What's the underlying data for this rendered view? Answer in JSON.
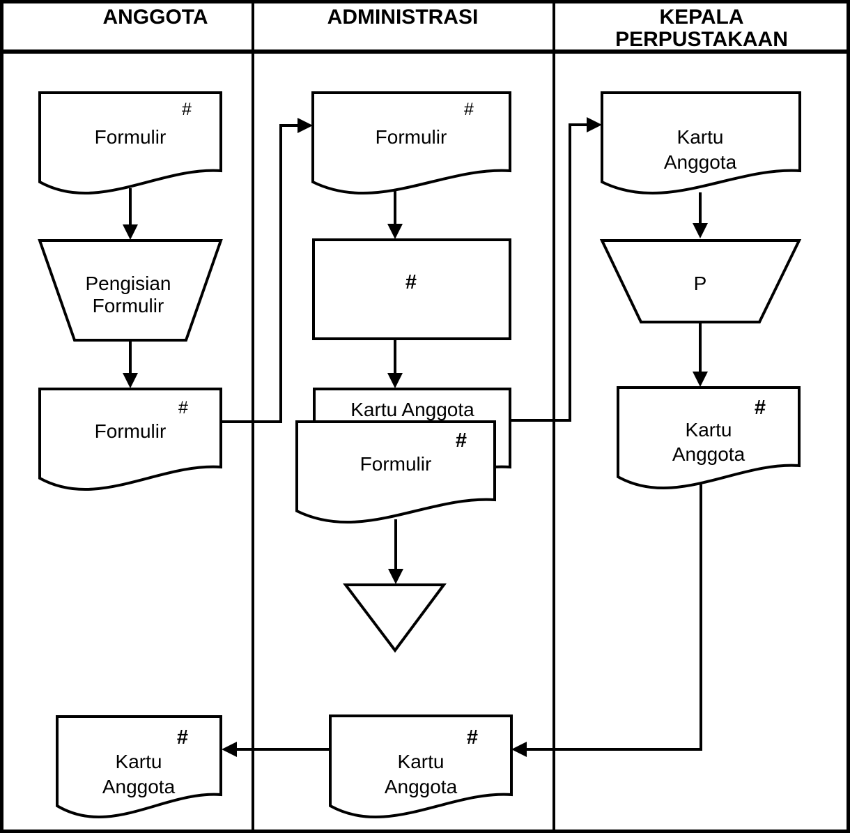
{
  "colors": {
    "ink": "#000000",
    "paper": "#ffffff"
  },
  "lanes": [
    {
      "title_lines": [
        "ANGGOTA"
      ]
    },
    {
      "title_lines": [
        "ADMINISTRASI"
      ]
    },
    {
      "title_lines": [
        "KEPALA",
        "PERPUSTAKAAN"
      ]
    }
  ],
  "shapes": {
    "anggota_formulir_in": {
      "type": "document",
      "label": "Formulir",
      "marker": "#"
    },
    "anggota_pengisian_formulir": {
      "type": "manual-operation",
      "label_lines": [
        "Pengisian",
        "Formulir"
      ]
    },
    "anggota_formulir_filled": {
      "type": "document",
      "label": "Formulir",
      "marker": "#"
    },
    "administrasi_formulir_in": {
      "type": "document",
      "label": "Formulir",
      "marker": "#"
    },
    "administrasi_process": {
      "type": "process",
      "label": "#"
    },
    "administrasi_kartu_anggota": {
      "type": "document",
      "label": "Kartu Anggota"
    },
    "administrasi_formulir_arsip": {
      "type": "document",
      "label": "Formulir",
      "marker": "#"
    },
    "administrasi_arsip": {
      "type": "archive",
      "label": ""
    },
    "kepala_kartu_anggota_in": {
      "type": "document",
      "label_lines": [
        "Kartu",
        "Anggota"
      ]
    },
    "kepala_p": {
      "type": "manual-operation",
      "label": "P"
    },
    "kepala_kartu_anggota_signed": {
      "type": "document",
      "label_lines": [
        "Kartu",
        "Anggota"
      ],
      "marker": "#"
    },
    "administrasi_kartu_anggota_out": {
      "type": "document",
      "label_lines": [
        "Kartu",
        "Anggota"
      ],
      "marker": "#"
    },
    "anggota_kartu_anggota_received": {
      "type": "document",
      "label_lines": [
        "Kartu",
        "Anggota"
      ],
      "marker": "#"
    }
  }
}
